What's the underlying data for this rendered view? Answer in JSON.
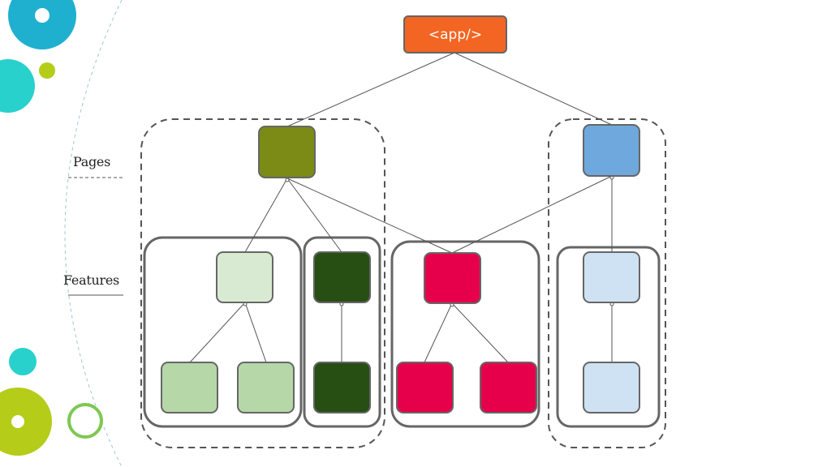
{
  "root": {
    "label": "<app/>",
    "color": "#f26522"
  },
  "labels": {
    "pages": "Pages",
    "features": "Features"
  },
  "colors": {
    "olive": "#7b8b16",
    "blue": "#6fa8dc",
    "pale_green": "#d9ead3",
    "light_green": "#b6d7a8",
    "dark_green": "#274e13",
    "crimson": "#e6004c",
    "pale_blue": "#cfe2f3",
    "border": "#666666",
    "deco_teal": "#29c4cc",
    "deco_lime": "#b5cc18",
    "deco_blue": "#1fb0cf"
  }
}
